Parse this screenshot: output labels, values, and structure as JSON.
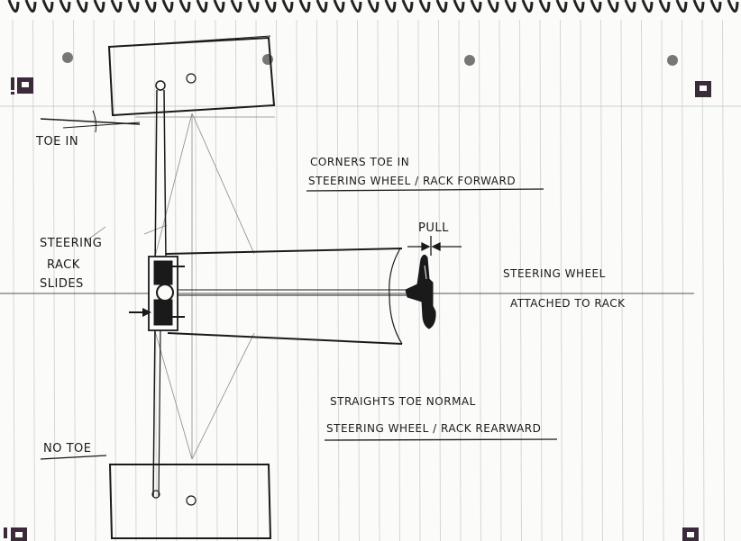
{
  "colors": {
    "paper": "#fbfbfa",
    "rule": "#d6d6d6",
    "ink": "#1a1a1a",
    "pencil": "#8a8a8a",
    "corner_mark": "#3a2a3a"
  },
  "labels": {
    "toe_in": "TOE IN",
    "no_toe": "NO TOE",
    "steering_rack_1": "STEERING",
    "steering_rack_2": "RACK",
    "steering_rack_3": "SLIDES",
    "pull": "PULL",
    "corners_line1": "CORNERS TOE IN",
    "corners_line2": "STEERING WHEEL / RACK FORWARD",
    "straights_line1": "STRAIGHTS TOE NORMAL",
    "straights_line2": "STEERING WHEEL / RACK REARWARD",
    "attached_line1": "STEERING WHEEL",
    "attached_line2": "ATTACHED TO RACK"
  },
  "corner_marks": [
    "!",
    "!",
    "",
    ""
  ],
  "icons": {
    "binding": "spiral-binding-icon",
    "corner_mark": "notebook-corner-mark-icon"
  }
}
